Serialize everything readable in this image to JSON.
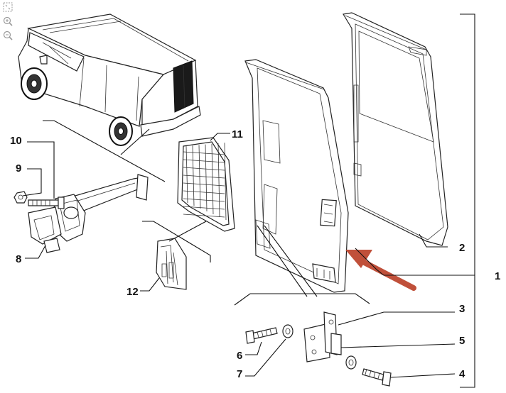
{
  "viewer": {
    "tools": [
      {
        "name": "fit-view",
        "icon": "fit-view-icon"
      },
      {
        "name": "zoom-in",
        "icon": "zoom-in-icon"
      },
      {
        "name": "zoom-out",
        "icon": "zoom-out-icon"
      }
    ]
  },
  "colors": {
    "line": "#111111",
    "arrow": "#c0503a",
    "background": "#ffffff"
  },
  "callouts": {
    "c1": "1",
    "c2": "2",
    "c3": "3",
    "c4": "4",
    "c5": "5",
    "c6": "6",
    "c7": "7",
    "c8": "8",
    "c9": "9",
    "c10": "10",
    "c11": "11",
    "c12": "12"
  }
}
